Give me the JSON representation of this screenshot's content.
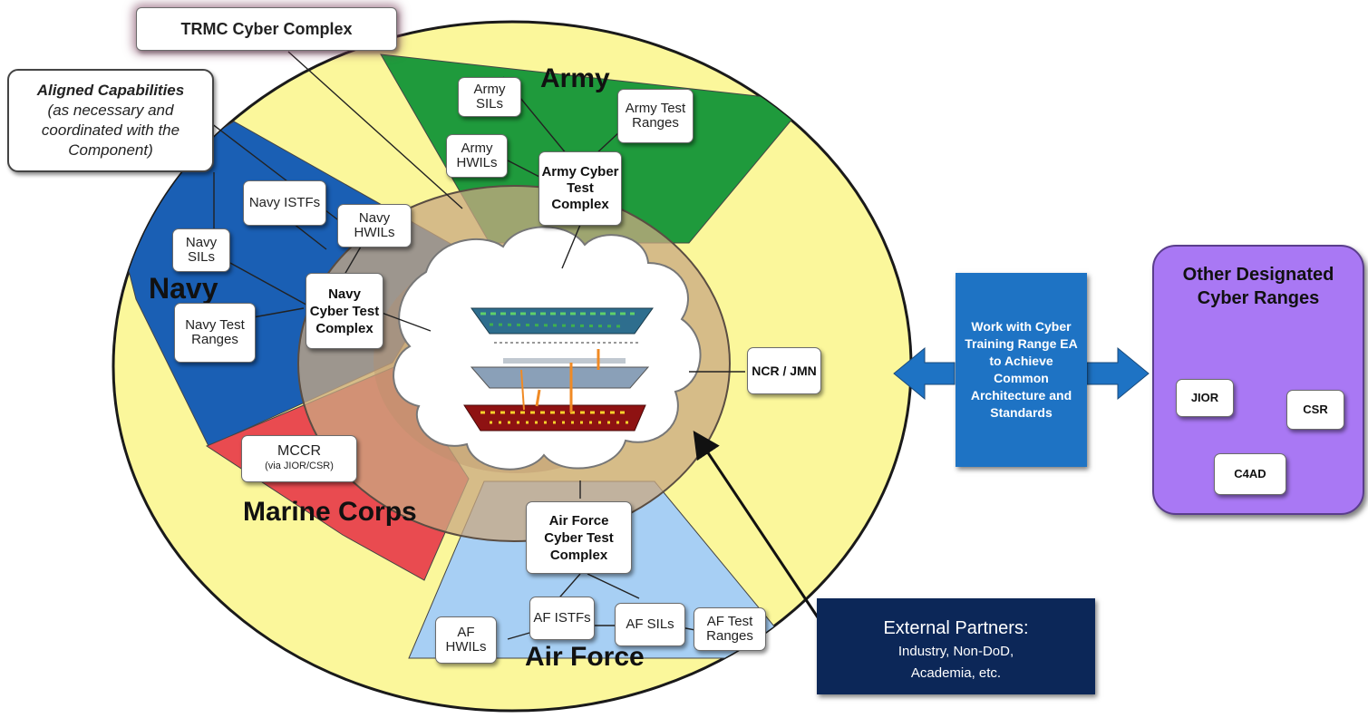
{
  "trmc_title": "TRMC Cyber Complex",
  "aligned": {
    "title": "Aligned Capabilities",
    "line1": "(as necessary and",
    "line2": "coordinated with the",
    "line3": "Component)"
  },
  "army": {
    "label": "Army",
    "sils": "Army SILs",
    "hwils": "Army HWILs",
    "test_ranges": "Army Test Ranges",
    "complex": "Army Cyber Test Complex"
  },
  "navy": {
    "label": "Navy",
    "istfs": "Navy ISTFs",
    "hwils": "Navy HWILs",
    "sils": "Navy SILs",
    "test_ranges": "Navy Test Ranges",
    "complex": "Navy Cyber Test Complex"
  },
  "marine": {
    "label": "Marine Corps",
    "mccr": "MCCR",
    "mccr_sub": "(via JIOR/CSR)"
  },
  "airforce": {
    "label": "Air Force",
    "complex": "Air Force Cyber Test Complex",
    "istfs": "AF ISTFs",
    "hwils": "AF HWILs",
    "sils": "AF SILs",
    "test_ranges": "AF Test Ranges"
  },
  "ncr": "NCR / JMN",
  "work_with": "Work with Cyber Training Range EA to Achieve Common Architecture and Standards",
  "other_ranges": {
    "title": "Other Designated Cyber Ranges",
    "jior": "JIOR",
    "csr": "CSR",
    "c4ad": "C4AD"
  },
  "external": {
    "title": "External Partners:",
    "line1": "Industry, Non-DoD,",
    "line2": "Academia, etc."
  },
  "colors": {
    "outer_ellipse": "#fbf79b",
    "army": "#1f9a3c",
    "navy": "#1a5fb4",
    "marine": "#e94b50",
    "airforce": "#a7cff4",
    "ring": "#c9a882",
    "work_box": "#1e73c4",
    "other_box": "#a978f4",
    "external_box": "#0c2758"
  }
}
